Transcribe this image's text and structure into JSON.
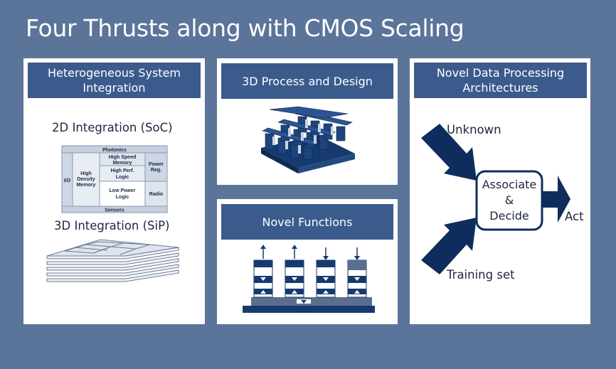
{
  "slide": {
    "title": "Four Thrusts along with CMOS Scaling"
  },
  "colors": {
    "background": "#5b7499",
    "header": "#3a5b8c",
    "arrow": "#0e2d5c",
    "block_dark": "#163a6d"
  },
  "panel_integration": {
    "header_line1": "Heterogeneous System",
    "header_line2": "Integration",
    "soc_label": "2D Integration (SoC)",
    "sip_label": "3D Integration (SiP)",
    "soc_diagram": {
      "photonics": "Photonics",
      "io": "I/O",
      "high_density_memory": [
        "High",
        "Density",
        "Memory"
      ],
      "high_speed_memory": [
        "High Speed",
        "Memory"
      ],
      "high_perf_logic": [
        "High Perf.",
        "Logic"
      ],
      "low_power_logic": [
        "Low Power",
        "Logic"
      ],
      "power_reg": [
        "Power",
        "Reg."
      ],
      "radio": "Radio",
      "sensors": "Sensors"
    }
  },
  "panel_3d": {
    "header": "3D Process and Design",
    "image": "3d-process-stack"
  },
  "panel_novel": {
    "header": "Novel Functions",
    "image": "novel-functions-device-diagram"
  },
  "panel_data": {
    "header_line1": "Novel Data Processing",
    "header_line2": "Architectures",
    "unknown": "Unknown",
    "training_set": "Training set",
    "box_line1": "Associate",
    "box_line2": "&",
    "box_line3": "Decide",
    "act": "Act"
  }
}
